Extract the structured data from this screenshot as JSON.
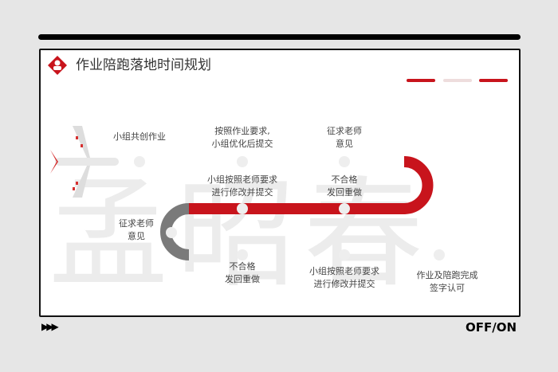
{
  "title": "作业陪跑落地时间规划",
  "watermark": "孟昭春",
  "colors": {
    "accent": "#c8141c",
    "track": "#8a8a8a"
  },
  "steps": {
    "s1": "小组共创作业",
    "s2a": "按照作业要求,",
    "s2b": "小组优化后提交",
    "s3a": "征求老师",
    "s3b": "意见",
    "s4a": "不合格",
    "s4b": "发回重做",
    "s5a": "小组按照老师要求",
    "s5b": "进行修改并提交",
    "s6a": "征求老师",
    "s6b": "意见",
    "s7a": "不合格",
    "s7b": "发回重做",
    "s8a": "小组按照老师要求",
    "s8b": "进行修改并提交",
    "s9a": "作业及陪跑完成",
    "s9b": "签字认可"
  },
  "footer": {
    "arrows": "▶▶▶",
    "toggle": "OFF/ON"
  }
}
